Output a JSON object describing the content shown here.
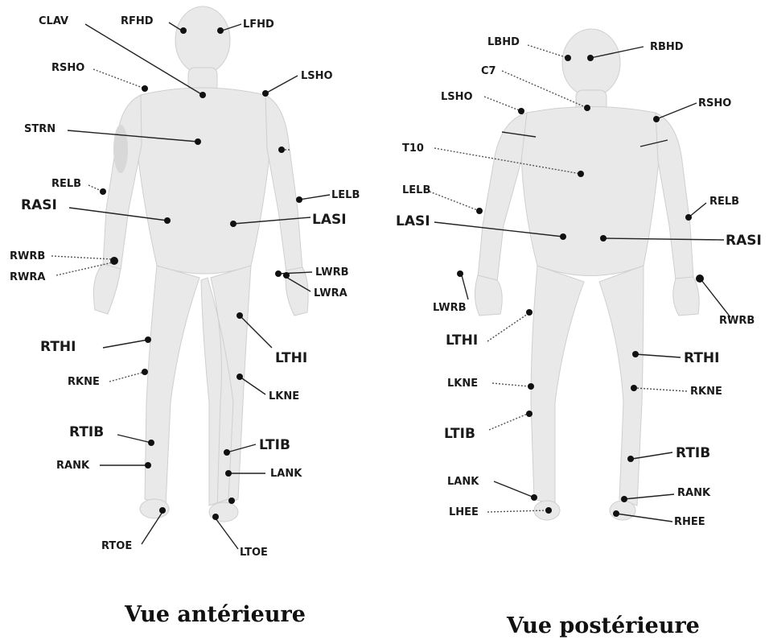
{
  "anterior": {
    "caption": "Vue antérieure",
    "labels": {
      "CLAV": "CLAV",
      "RFHD": "RFHD",
      "LFHD": "LFHD",
      "RSHO": "RSHO",
      "LSHO": "LSHO",
      "STRN": "STRN",
      "RELB": "RELB",
      "LELB": "LELB",
      "RASI": "RASI",
      "LASI": "LASI",
      "RWRB": "RWRB",
      "RWRA": "RWRA",
      "LWRB": "LWRB",
      "LWRA": "LWRA",
      "RTHI": "RTHI",
      "LTHI": "LTHI",
      "RKNE": "RKNE",
      "LKNE": "LKNE",
      "RTIB": "RTIB",
      "LTIB": "LTIB",
      "RANK": "RANK",
      "LANK": "LANK",
      "RTOE": "RTOE",
      "LTOE": "LTOE"
    }
  },
  "posterior": {
    "caption": "Vue postérieure",
    "labels": {
      "LBHD": "LBHD",
      "RBHD": "RBHD",
      "C7": "C7",
      "LSHO": "LSHO",
      "RSHO": "RSHO",
      "T10": "T10",
      "LELB": "LELB",
      "RELB": "RELB",
      "LASI": "LASI",
      "RASI": "RASI",
      "LWRB": "LWRB",
      "RWRB": "RWRB",
      "LTHI": "LTHI",
      "RTHI": "RTHI",
      "LKNE": "LKNE",
      "RKNE": "RKNE",
      "LTIB": "LTIB",
      "RTIB": "RTIB",
      "LANK": "LANK",
      "RANK": "RANK",
      "LHEE": "LHEE",
      "RHEE": "RHEE"
    }
  }
}
